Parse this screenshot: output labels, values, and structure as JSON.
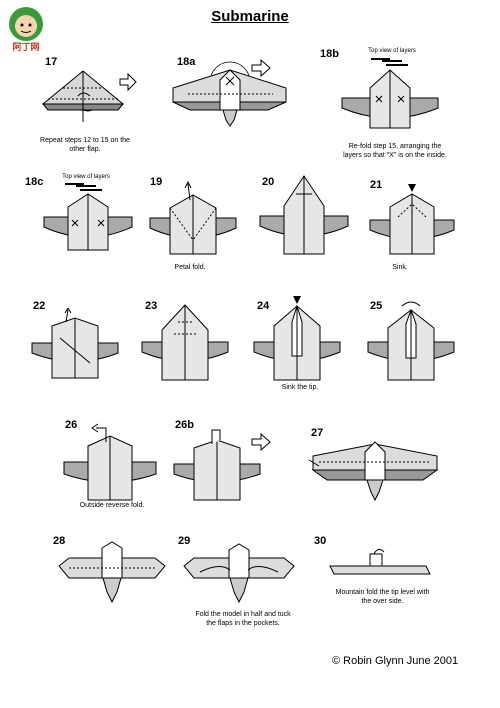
{
  "title": "Submarine",
  "logo_text": "阿丁网",
  "steps": {
    "s17": "17",
    "s18a": "18a",
    "s18b": "18b",
    "s18c": "18c",
    "s19": "19",
    "s20": "20",
    "s21": "21",
    "s22": "22",
    "s23": "23",
    "s24": "24",
    "s25": "25",
    "s26": "26",
    "s26b": "26b",
    "s27": "27",
    "s28": "28",
    "s29": "29",
    "s30": "30"
  },
  "captions": {
    "c17_line1": "Repeat steps 12 to 15 on the",
    "c17_line2": "other flap.",
    "c18b_line1": "Re-fold step 15, arranging the",
    "c18b_line2": "layers so that \"X\" is on the inside.",
    "c19": "Petal fold.",
    "c21": "Sink.",
    "c24": "Sink the tip.",
    "c26": "Outside reverse fold.",
    "c29_line1": "Fold the model in half and tuck",
    "c29_line2": "the flaps in the pockets.",
    "c30_line1": "Mountain fold the tip level with",
    "c30_line2": "the over side."
  },
  "top_view_label": "Top view of layers",
  "copyright": "© Robin Glynn June 2001"
}
